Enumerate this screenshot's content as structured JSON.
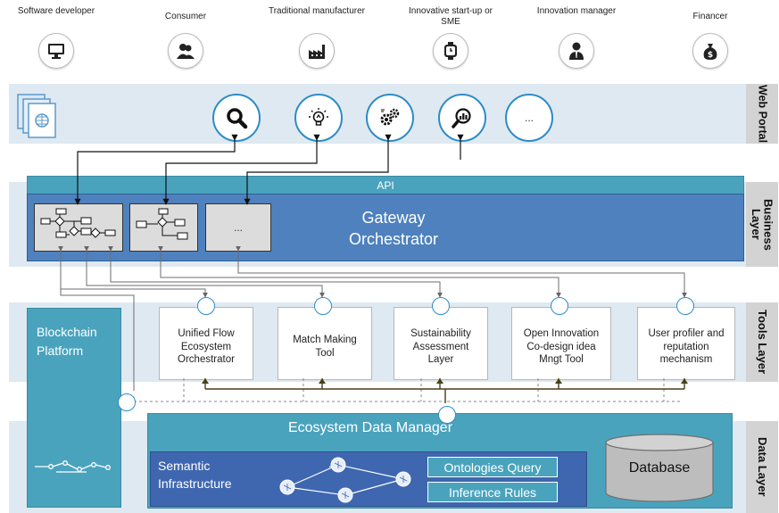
{
  "actors": [
    {
      "label": "Software developer",
      "icon": "monitor-icon"
    },
    {
      "label": "Consumer",
      "icon": "people-icon"
    },
    {
      "label": "Traditional manufacturer",
      "icon": "factory-icon"
    },
    {
      "label": "Innovative start-up or SME",
      "icon": "watch-icon"
    },
    {
      "label": "Innovation manager",
      "icon": "businessman-icon"
    },
    {
      "label": "Financer",
      "icon": "money-bag-icon"
    }
  ],
  "layers": {
    "web_portal": "Web Portal",
    "business": "Business Layer",
    "tools": "Tools Layer",
    "data": "Data Layer"
  },
  "web_portal": {
    "services": [
      {
        "icon": "search-icon"
      },
      {
        "icon": "lightbulb-icon"
      },
      {
        "icon": "gears-icon"
      },
      {
        "icon": "analytics-icon"
      },
      {
        "icon": "more-icon",
        "label": "..."
      }
    ]
  },
  "business": {
    "api_label": "API",
    "gateway_label": "Gateway Orchestrator",
    "more_flow_label": "..."
  },
  "blockchain": {
    "label": "Blockchain Platform"
  },
  "tools": [
    {
      "label": "Unified Flow Ecosystem Orchestrator"
    },
    {
      "label": "Match Making Tool"
    },
    {
      "label": "Sustainability Assessment Layer"
    },
    {
      "label": "Open Innovation Co-design idea Mngt Tool"
    },
    {
      "label": "User profiler and reputation mechanism"
    }
  ],
  "data_layer": {
    "manager_label": "Ecosystem Data Manager",
    "semantic_label": "Semantic Infrastructure",
    "ontologies_label": "Ontologies Query",
    "inference_label": "Inference Rules",
    "database_label": "Database"
  },
  "colors": {
    "band": "#dfe9f2",
    "teal": "#4aa3bd",
    "business_blue": "#4e81bd",
    "semantic_blue": "#3f67b0",
    "accent_blue": "#2d8cc6"
  }
}
